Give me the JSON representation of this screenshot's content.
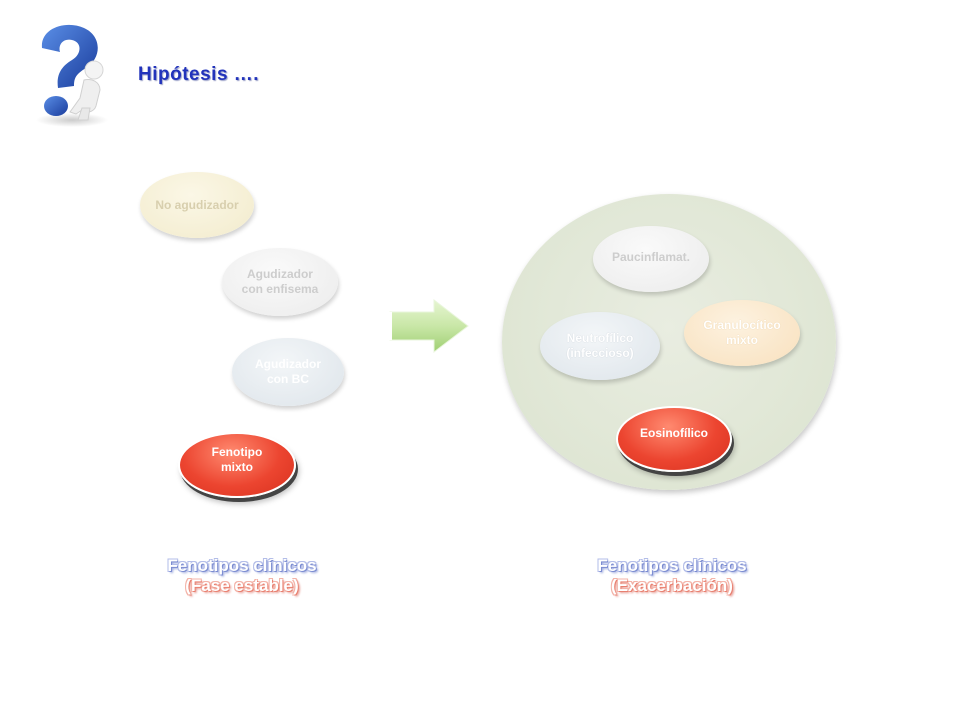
{
  "title": "Hipótesis ….",
  "stable_phenotypes": [
    {
      "label": "No agudizador"
    },
    {
      "label": "Agudizador\ncon enfisema"
    },
    {
      "label": "Agudizador\ncon BC"
    },
    {
      "label": "Fenotipo\nmixto"
    }
  ],
  "exacerbation_phenotypes": [
    {
      "label": "Paucinflamat."
    },
    {
      "label": "Neutrofílico\n(infeccioso)"
    },
    {
      "label": "Granulocítico\nmixto"
    },
    {
      "label": "Eosinofílico"
    }
  ],
  "captions": {
    "left_line1": "Fenotipos clínicos",
    "left_line2": "(Fase estable)",
    "right_line1": "Fenotipos clínicos",
    "right_line2": "(Exacerbación)"
  },
  "colors": {
    "title": "#2233bb",
    "highlight_red": "#ec4530",
    "arrow_green": "#c9e7a7"
  },
  "icons": {
    "question_mark": "question-mark-figure-icon",
    "arrow": "right-arrow-icon"
  }
}
